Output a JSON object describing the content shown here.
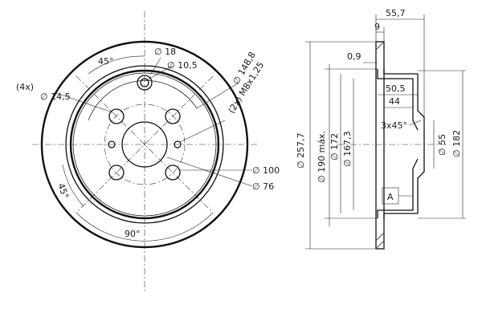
{
  "front_view": {
    "labels": {
      "angle_top": "45°",
      "dia_18": "∅ 18",
      "dia_10_5": "∅ 10,5",
      "dia_148_8": "∅ 148,8",
      "holes_count": "(4x)",
      "dia_14_5": "∅ 14,5",
      "thread": "(2x) M8x1,25",
      "angle_left": "45°",
      "dia_100": "∅ 100",
      "dia_76": "∅ 76",
      "angle_bottom": "90°"
    }
  },
  "section_view": {
    "labels": {
      "width_total": "55,7",
      "width_9": "9",
      "dim_0_9": "0,9",
      "dim_50_5": "50,5",
      "dim_44": "44",
      "chamfer": "3x45°",
      "dia_257_7": "∅ 257,7",
      "dia_190": "∅ 190 máx.",
      "dia_172": "∅ 172",
      "dia_167_3": "∅ 167,3",
      "dia_55": "∅ 55",
      "dia_182": "∅ 182",
      "datum": "A"
    }
  },
  "colors": {
    "ink": "#111111",
    "background": "#ffffff"
  }
}
